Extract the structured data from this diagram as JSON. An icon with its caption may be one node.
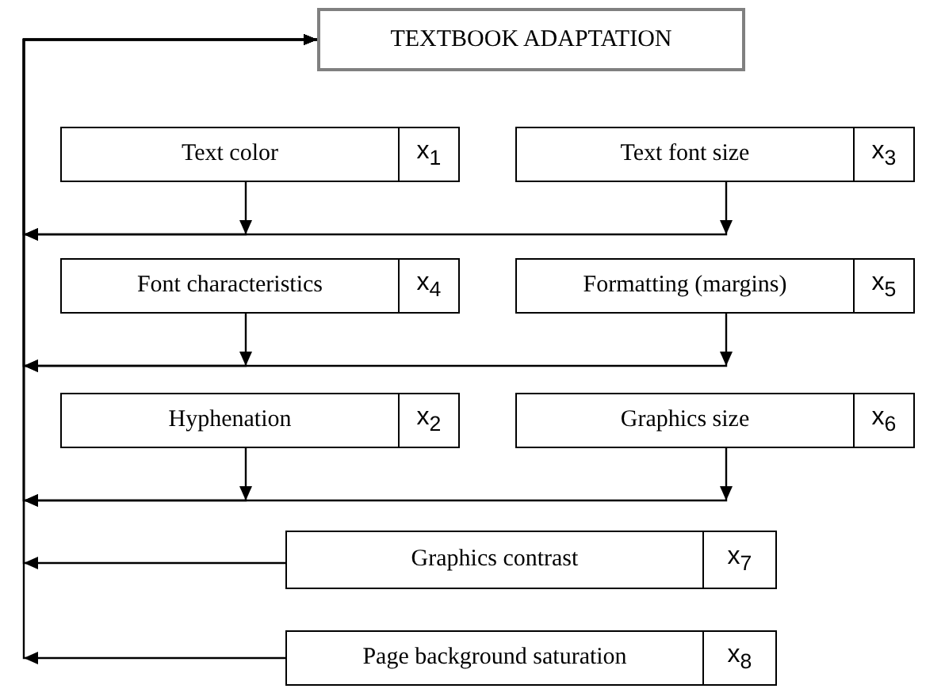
{
  "diagram": {
    "nodes": [
      {
        "text": [
          "TEXTBOOK ADAPTATION"
        ]
      },
      {
        "text": [
          "Text color",
          "x$_{1}$"
        ]
      },
      {
        "text": [
          "Text font size",
          "x$_{3}$"
        ]
      },
      {
        "text": [
          "Font characteristics",
          "x$_{4}$"
        ]
      },
      {
        "text": [
          "Formatting (margins)",
          "x$_{5}$"
        ]
      },
      {
        "text": [
          "Hyphenation",
          "x$_{2}$"
        ]
      },
      {
        "text": [
          "Graphics size",
          "x$_{6}$"
        ]
      },
      {
        "text": [
          "Graphics contrast",
          "x$_{7}$"
        ]
      },
      {
        "text": [
          "Page background saturation",
          "x$_{8}$"
        ]
      }
    ],
    "edges": [
      {
        "from": 1,
        "to": 0,
        "arrow": "to"
      },
      {
        "from": 2,
        "to": 0,
        "arrow": "to"
      },
      {
        "from": 3,
        "to": 0,
        "arrow": "to"
      },
      {
        "from": 4,
        "to": 0,
        "arrow": "to"
      },
      {
        "from": 5,
        "to": 0,
        "arrow": "to"
      },
      {
        "from": 6,
        "to": 0,
        "arrow": "to"
      },
      {
        "from": 7,
        "to": 0,
        "arrow": "to"
      },
      {
        "from": 8,
        "to": 0,
        "arrow": "to"
      }
    ]
  }
}
